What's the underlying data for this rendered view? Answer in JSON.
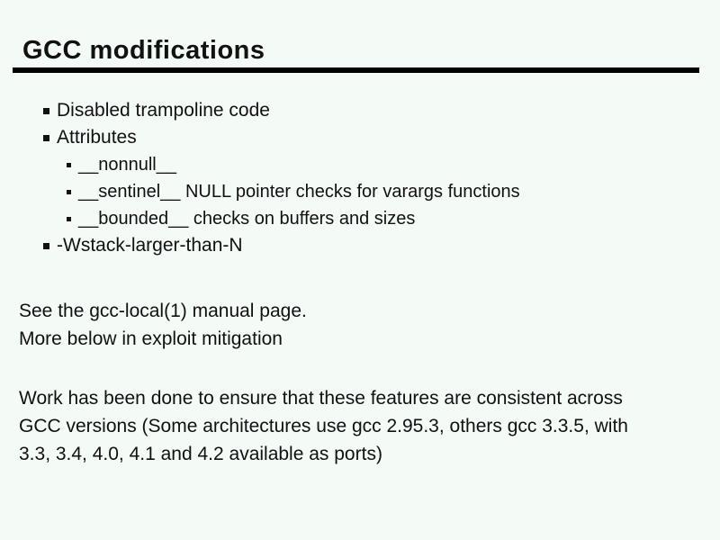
{
  "slide": {
    "title": "GCC modifications",
    "bullets": [
      {
        "level": 1,
        "text": "Disabled trampoline code"
      },
      {
        "level": 1,
        "text": "Attributes"
      },
      {
        "level": 2,
        "text": "__nonnull__"
      },
      {
        "level": 2,
        "text": "__sentinel__ NULL pointer checks for varargs functions"
      },
      {
        "level": 2,
        "text": "__bounded__ checks on buffers and sizes"
      },
      {
        "level": 1,
        "text": "-Wstack-larger-than-N"
      }
    ],
    "notes": {
      "line1": "See the gcc-local(1) manual page.",
      "line2": "More below in exploit mitigation"
    },
    "paragraph": {
      "line1": "Work has been done to ensure that these features are consistent across",
      "line2": "GCC versions (Some architectures use gcc 2.95.3, others gcc 3.3.5, with",
      "line3": "3.3, 3.4, 4.0, 4.1 and 4.2 available as ports)"
    },
    "colors": {
      "background": "#f4faf6",
      "text": "#111111",
      "rule": "#000000",
      "bullet": "#111111"
    }
  }
}
